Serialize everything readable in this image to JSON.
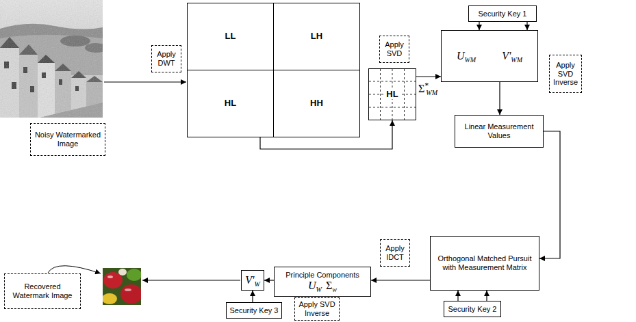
{
  "diagram": {
    "nodes": [
      {
        "text": [
          "LL"
        ]
      },
      {
        "text": [
          "LH"
        ]
      },
      {
        "text": [
          "Security Key 1"
        ]
      },
      {
        "text": [
          "Apply SVD"
        ]
      },
      {
        "text": [
          "U",
          "WM",
          "V'",
          "WM"
        ]
      },
      {
        "text": [
          "Apply DWT"
        ]
      },
      {
        "text": [
          "Apply SVD Inverse"
        ]
      },
      {
        "text": [
          "HL"
        ]
      },
      {
        "text": [
          "HL"
        ]
      },
      {
        "text": [
          "HH"
        ]
      },
      {
        "text": [
          "Linear Measurement Values"
        ]
      },
      {
        "text": [
          "Noisy Watermarked Image"
        ]
      },
      {
        "text": [
          "Orthogonal Matched Pursuit with Measurement Matrix"
        ]
      },
      {
        "text": [
          "Apply IDCT"
        ]
      },
      {
        "text": [
          "Principle Components",
          "U",
          "W",
          "Σ",
          "w"
        ]
      },
      {
        "text": [
          "V'",
          "W"
        ]
      },
      {
        "text": [
          "Recovered Watermark Image"
        ]
      },
      {
        "text": [
          "Apply SVD Inverse"
        ]
      },
      {
        "text": [
          "Security Key 2"
        ]
      },
      {
        "text": [
          "Security Key 3"
        ]
      }
    ],
    "edges": [
      {
        "from": 8,
        "to": 7,
        "arrow": "to"
      },
      {
        "from": 7,
        "to": 4,
        "arrow": "to"
      },
      {
        "from": 2,
        "to": 4,
        "arrow": "to"
      },
      {
        "from": 2,
        "to": 4,
        "arrow": "to"
      },
      {
        "from": 4,
        "to": 10,
        "arrow": "to"
      },
      {
        "from": 10,
        "to": 12,
        "arrow": "to"
      },
      {
        "from": 18,
        "to": 12,
        "arrow": "to"
      },
      {
        "from": 18,
        "to": 12,
        "arrow": "to"
      },
      {
        "from": 12,
        "to": 14,
        "arrow": "to"
      },
      {
        "from": 14,
        "to": 15,
        "arrow": "to"
      },
      {
        "from": 19,
        "to": 15,
        "arrow": "to"
      }
    ],
    "labels": [
      "Σ",
      "*",
      "WM"
    ]
  }
}
